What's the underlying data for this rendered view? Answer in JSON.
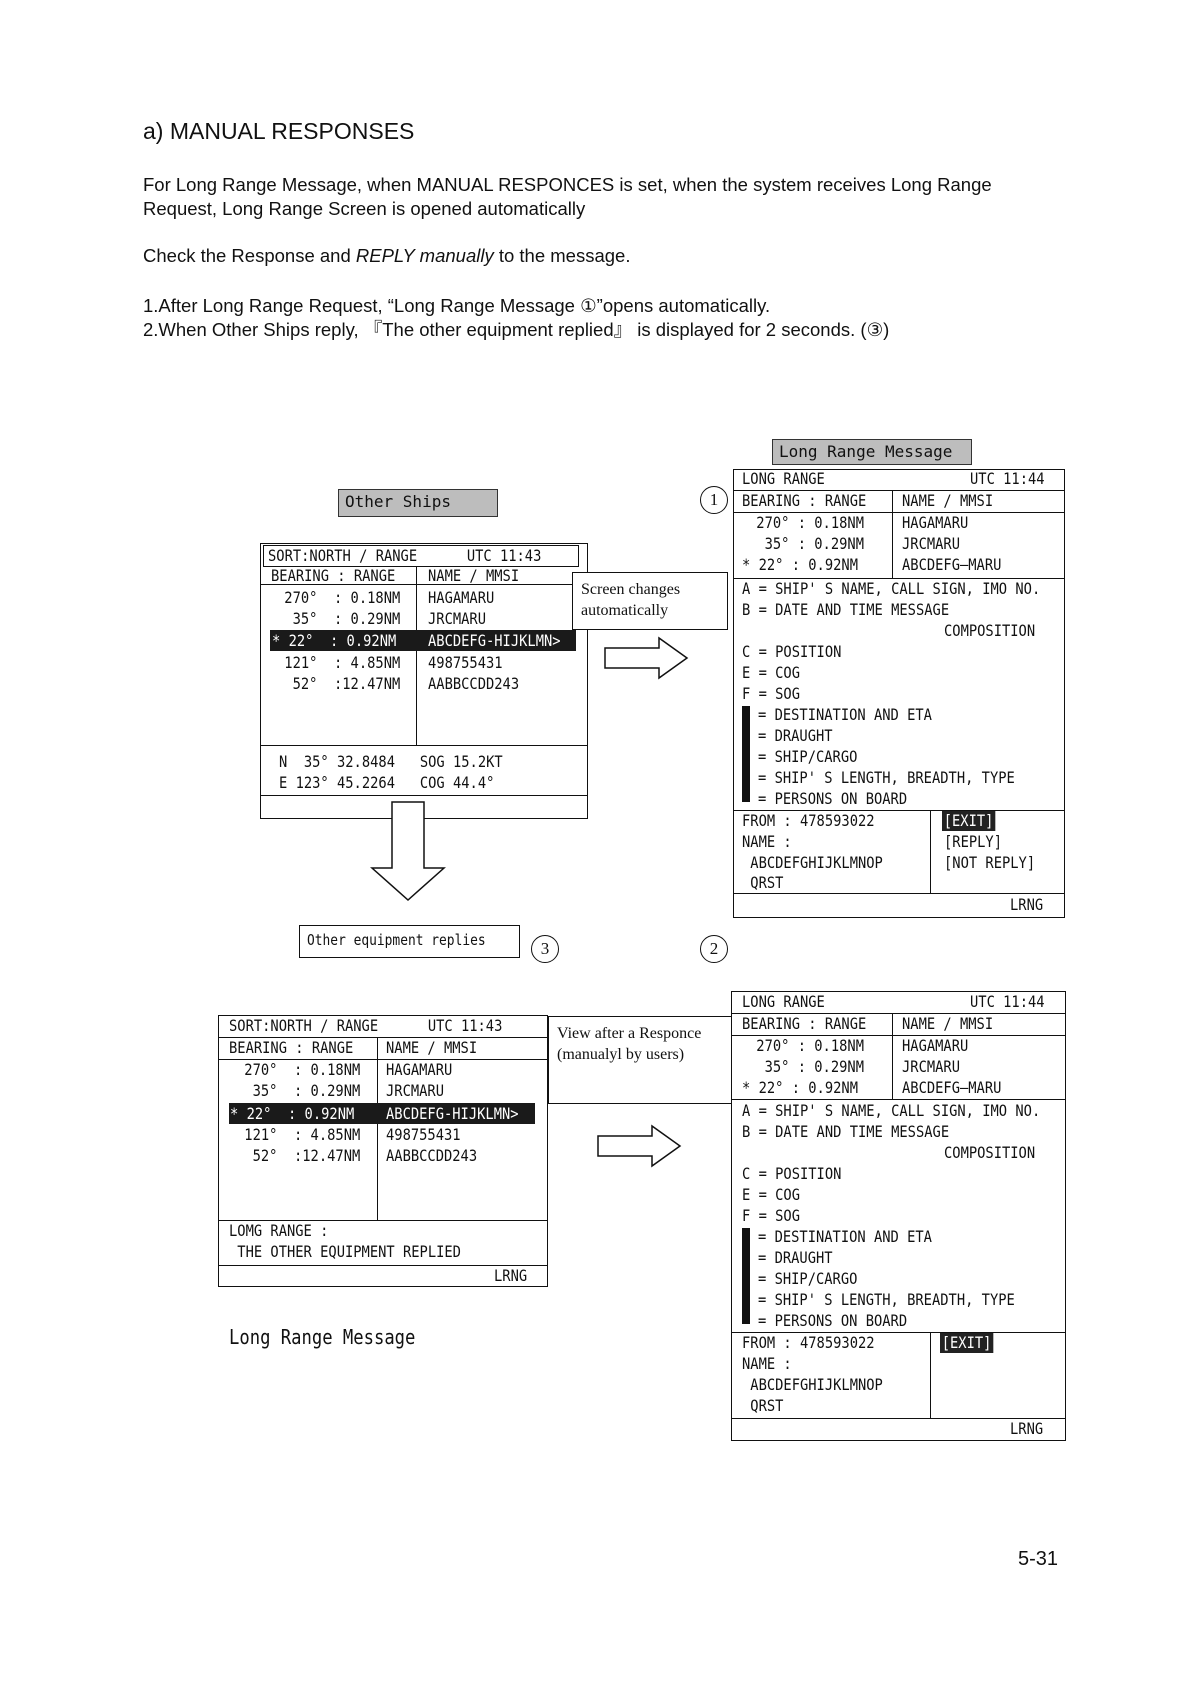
{
  "heading": "a) MANUAL RESPONSES",
  "intro_line1": "For Long Range Message, when MANUAL RESPONCES is set, when the system receives Long Range",
  "intro_line2": "Request, Long Range Screen is opened automatically",
  "check_prefix": "Check the Response and ",
  "check_em": "REPLY manually",
  "check_suffix": " to the message.",
  "step1": "1.After Long Range Request, “Long Range Message ①”opens automatically.",
  "step2": "2.When Other Ships reply,    『The other equipment replied』 is displayed for 2 seconds.  (③)",
  "other_ships": {
    "tag": "Other Ships",
    "header": "SORT:NORTH / RANGE      UTC 11:43",
    "col_bearing": "BEARING : RANGE",
    "col_name": "NAME / MMSI",
    "rows": [
      {
        "bearing": " 270°  : 0.18NM",
        "name": "HAGAMARU"
      },
      {
        "bearing": "  35°  : 0.29NM",
        "name": "JRCMARU"
      },
      {
        "bearing": "* 22°  : 0.92NM",
        "name": "ABCDEFG-HIJKLMN>"
      },
      {
        "bearing": " 121°  : 4.85NM",
        "name": "498755431"
      },
      {
        "bearing": "  52°  :12.47NM",
        "name": "AABBCCDD243"
      }
    ],
    "pos_line1": "N  35° 32.8484   SOG 15.2KT",
    "pos_line2": "E 123° 45.2264   COG 44.4°"
  },
  "note_screen": "Screen    changes automatically",
  "note_view": "View after a Responce (manualyl by users)",
  "other_replies": "Other equipment replies",
  "circle1": "1",
  "circle2": "2",
  "circle3": "3",
  "lr_message": {
    "tag": "Long Range Message",
    "header_left": "LONG RANGE",
    "header_right": "UTC 11:44",
    "col_bearing": "BEARING : RANGE",
    "col_name": "NAME / MMSI",
    "rows": [
      {
        "bearing": " 270° : 0.18NM",
        "name": "HAGAMARU"
      },
      {
        "bearing": "  35° : 0.29NM",
        "name": "JRCMARU"
      },
      {
        "bearing": "* 22° : 0.92NM",
        "name": "ABCDEFG—MARU"
      }
    ],
    "line_a": "A = SHIP' S NAME, CALL SIGN, IMO NO.",
    "line_b": "B = DATE AND TIME MESSAGE",
    "line_comp": "COMPOSITION",
    "line_c": "C = POSITION",
    "line_e": "E = COG",
    "line_f": "F = SOG",
    "line_i": "= DESTINATION AND ETA",
    "line_o": "= DRAUGHT",
    "line_p": "= SHIP/CARGO",
    "line_u": "= SHIP' S LENGTH, BREADTH, TYPE",
    "line_w": "= PERSONS ON BOARD",
    "from": "FROM : 478593022",
    "name_label": "NAME :",
    "name_val1": " ABCDEFGHIJKLMNOP",
    "name_val2": " QRST",
    "btn_exit": "[EXIT]",
    "btn_reply": "[REPLY]",
    "btn_not_reply": "[NOT REPLY]",
    "footer": "LRNG"
  },
  "replied_screen": {
    "status1": "LOMG RANGE :",
    "status2": " THE OTHER EQUIPMENT REPLIED",
    "footer": "LRNG",
    "caption": "Long Range Message"
  },
  "page_number": "5-31"
}
